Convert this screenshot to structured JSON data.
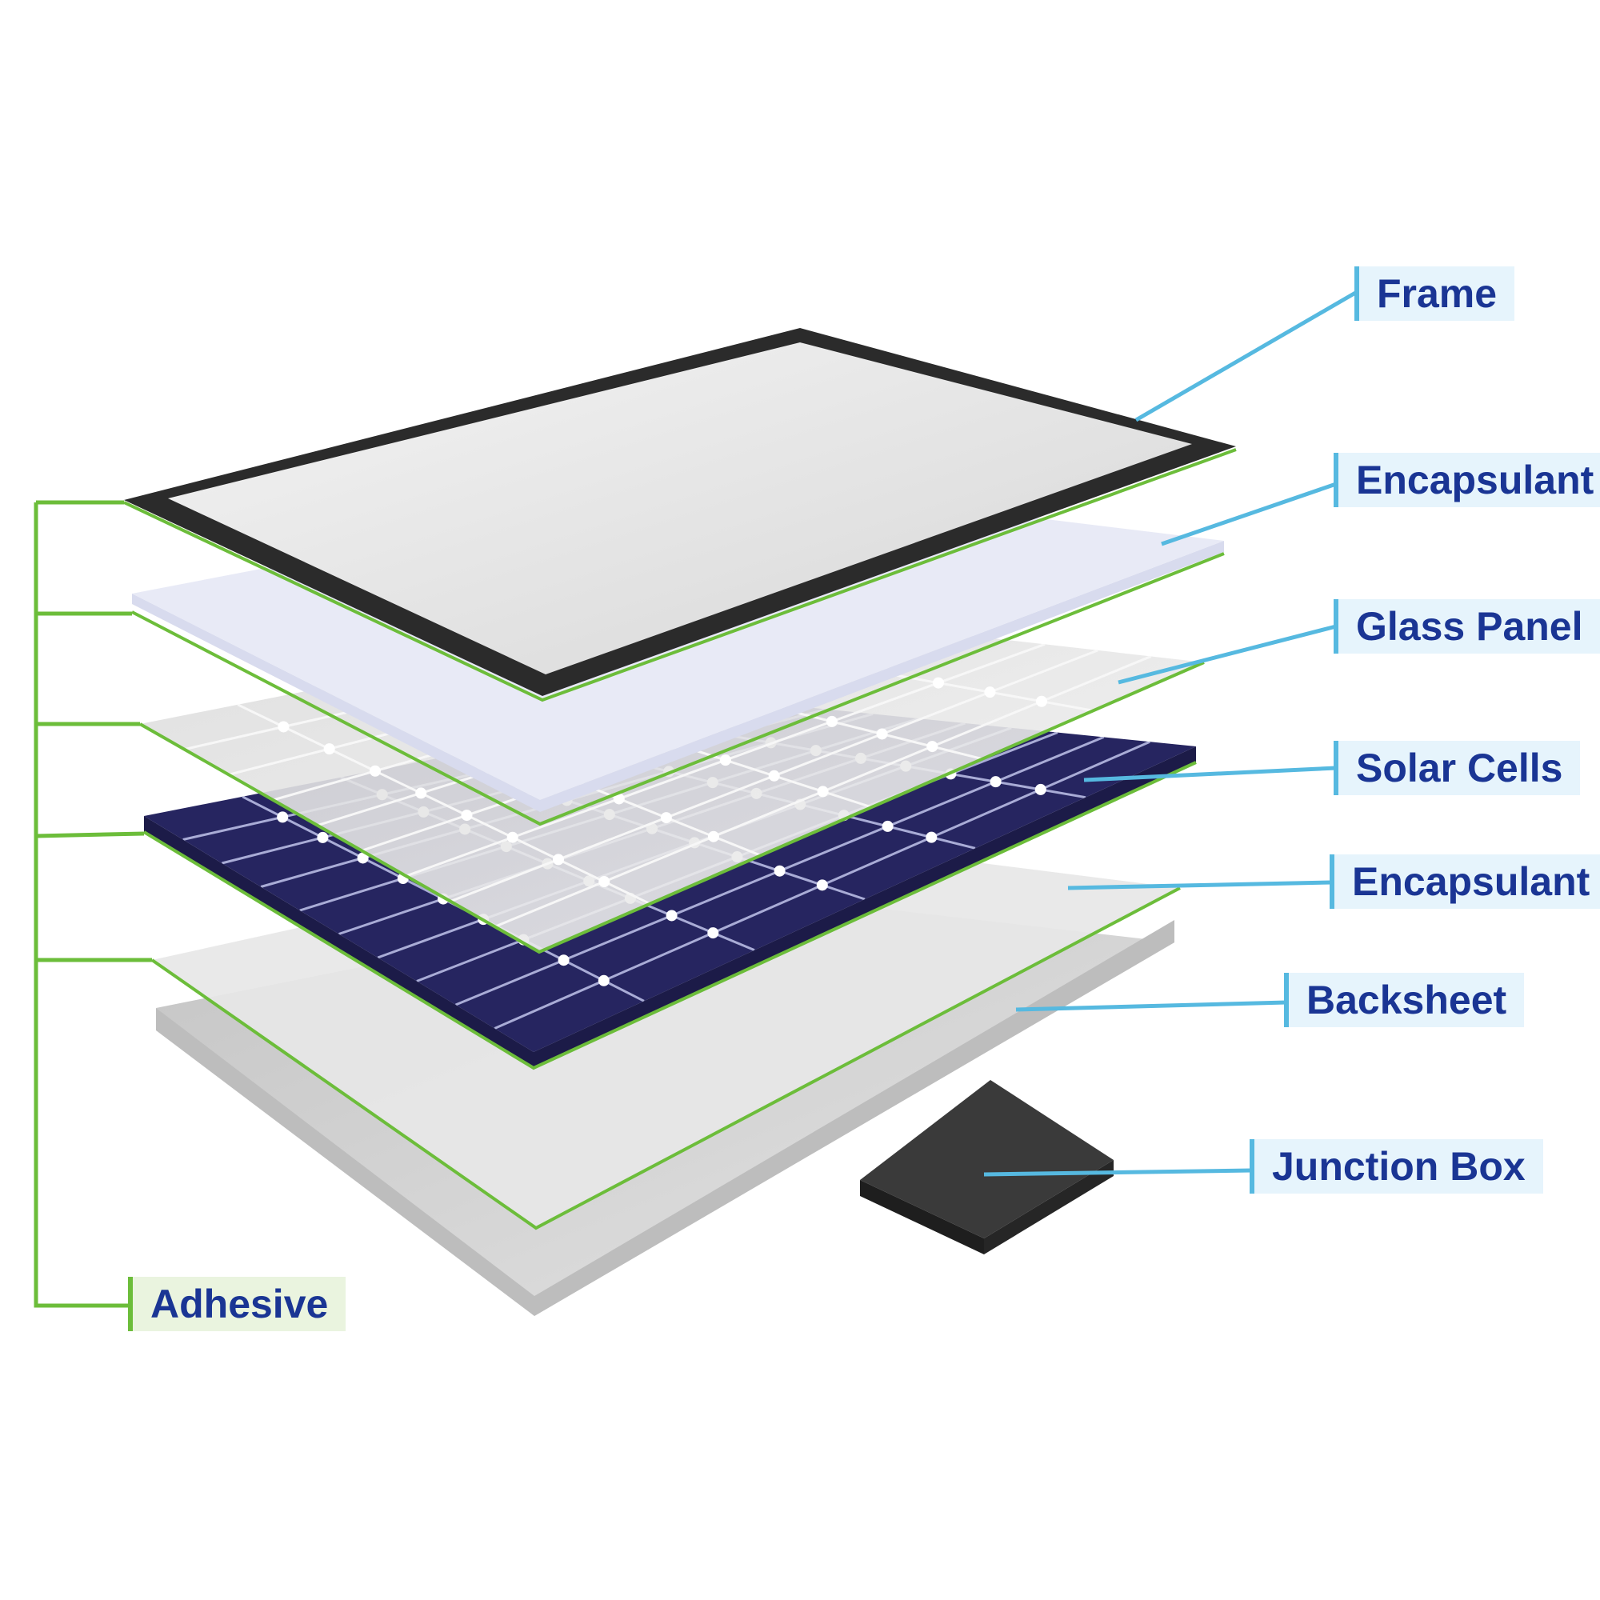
{
  "labels": {
    "frame": "Frame",
    "encapsulant_top": "Encapsulant",
    "glass_panel": "Glass Panel",
    "solar_cells": "Solar Cells",
    "encapsulant_bottom": "Encapsulant",
    "backsheet": "Backsheet",
    "junction_box": "Junction Box",
    "adhesive": "Adhesive"
  },
  "colors": {
    "label_text": "#1a3594",
    "callout_line": "#56b9e0",
    "callout_box": "#e6f4fc",
    "adhesive_line": "#6cbd3a",
    "adhesive_box": "#eaf4df",
    "frame_border": "#2b2b2b",
    "frame_glass": "#e4e4e4",
    "encapsulant": "#e8eaf6",
    "glass": "#e0e0e0",
    "solar_cell": "#262560",
    "backsheet": "#d2d2d2",
    "junction_box": "#333333"
  }
}
